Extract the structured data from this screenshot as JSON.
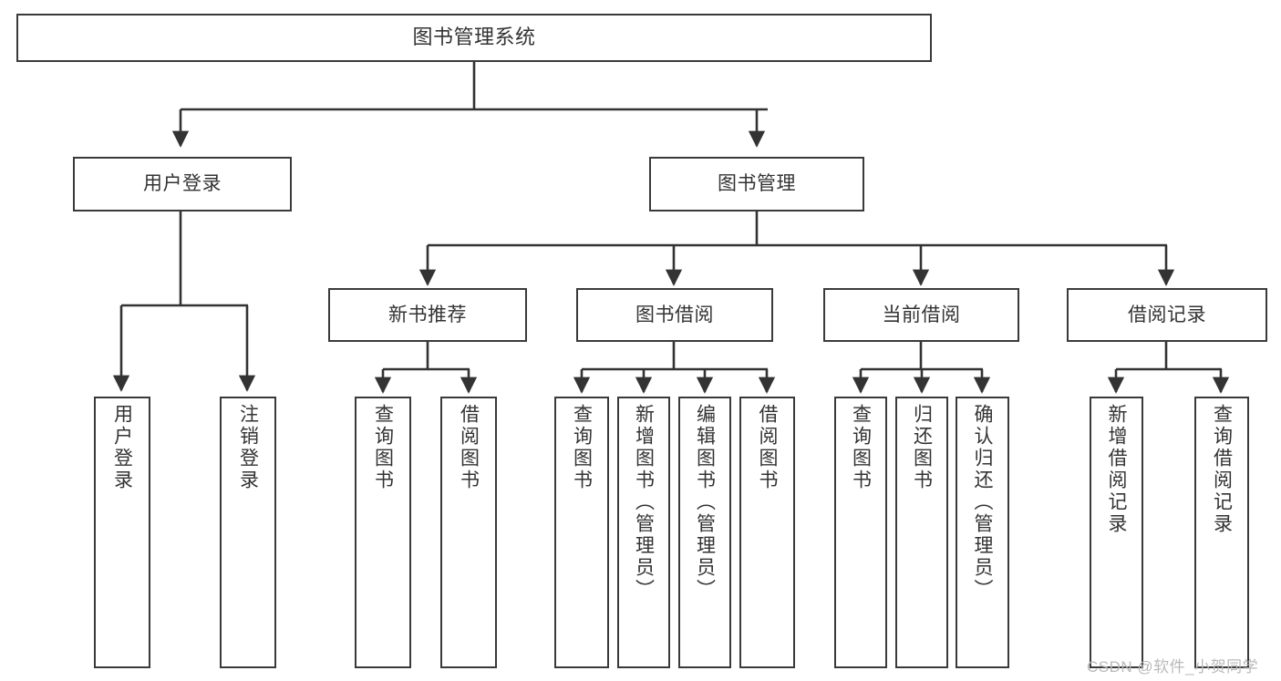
{
  "diagram": {
    "title": "图书管理系统",
    "type": "tree-hierarchy-diagram",
    "colors": {
      "box_border": "#3a3a3a",
      "box_fill": "#ffffff",
      "connector": "#333333",
      "text": "#333333",
      "watermark": "#b9b9b9",
      "background": "#ffffff"
    },
    "nodes": {
      "root": {
        "label": "图书管理系统"
      },
      "level2": [
        {
          "id": "user-login",
          "label": "用户登录"
        },
        {
          "id": "book-management",
          "label": "图书管理"
        }
      ],
      "level3": [
        {
          "id": "new-book-recommend",
          "label": "新书推荐"
        },
        {
          "id": "book-borrow",
          "label": "图书借阅"
        },
        {
          "id": "current-borrow",
          "label": "当前借阅"
        },
        {
          "id": "borrow-record",
          "label": "借阅记录"
        }
      ],
      "leaves_user_login": [
        {
          "id": "leaf-user-login",
          "label": "用户登录"
        },
        {
          "id": "leaf-logout-login",
          "label": "注销登录"
        }
      ],
      "leaves_new_book_recommend": [
        {
          "id": "leaf-query-books-1",
          "label": "查询图书"
        },
        {
          "id": "leaf-borrow-books-1",
          "label": "借阅图书"
        }
      ],
      "leaves_book_borrow": [
        {
          "id": "leaf-query-books-2",
          "label": "查询图书"
        },
        {
          "id": "leaf-add-book-admin",
          "label": "新增图书（管理员）"
        },
        {
          "id": "leaf-edit-book-admin",
          "label": "编辑图书（管理员）"
        },
        {
          "id": "leaf-borrow-books-2",
          "label": "借阅图书"
        }
      ],
      "leaves_current_borrow": [
        {
          "id": "leaf-query-books-3",
          "label": "查询图书"
        },
        {
          "id": "leaf-return-books",
          "label": "归还图书"
        },
        {
          "id": "leaf-confirm-return-admin",
          "label": "确认归还（管理员）"
        }
      ],
      "leaves_borrow_record": [
        {
          "id": "leaf-add-borrow-record",
          "label": "新增借阅记录"
        },
        {
          "id": "leaf-query-borrow-record",
          "label": "查询借阅记录"
        }
      ]
    },
    "watermark": "CSDN @软件_小贺同学"
  }
}
